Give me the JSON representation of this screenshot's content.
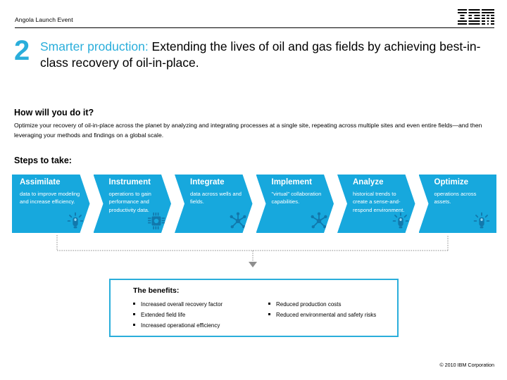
{
  "header": {
    "event_label": "Angola Launch Event",
    "logo_name": "IBM"
  },
  "title": {
    "number": "2",
    "accent": "Smarter production:",
    "rest": " Extending the lives of oil and gas fields by achieving best-in-class recovery of oil-in-place."
  },
  "how": {
    "heading": "How will you do it?",
    "body": "Optimize your recovery of oil-in-place across the planet by analyzing and integrating processes at a single site, repeating across multiple sites and even entire fields—and then leveraging your methods and findings on a global scale."
  },
  "steps": {
    "heading": "Steps to take:",
    "items": [
      {
        "title": "Assimilate",
        "desc": "data to improve modeling and increase efficiency.",
        "icon": "sensor-bulb-icon"
      },
      {
        "title": "Instrument",
        "desc": "operations to gain performance and productivity data.",
        "icon": "chip-icon"
      },
      {
        "title": "Integrate",
        "desc": "data across wells and fields.",
        "icon": "network-node-icon"
      },
      {
        "title": "Implement",
        "desc": "\"virtual\" collaboration capabilities.",
        "icon": "network-node-icon"
      },
      {
        "title": "Analyze",
        "desc": "historical trends to create a sense-and-respond environment.",
        "icon": "sensor-bulb-icon"
      },
      {
        "title": "Optimize",
        "desc": "operations across assets.",
        "icon": "sensor-bulb-icon"
      }
    ]
  },
  "benefits": {
    "title": "The benefits:",
    "left": [
      "Increased overall recovery factor",
      "Extended field life",
      "Increased operational efficiency"
    ],
    "right": [
      "Reduced production costs",
      "Reduced environmental and safety risks"
    ]
  },
  "footer": {
    "copyright": "© 2010 IBM Corporation"
  },
  "colors": {
    "accent_cyan": "#2aaedb",
    "chevron_blue": "#17a8dd",
    "text_black": "#000000"
  }
}
